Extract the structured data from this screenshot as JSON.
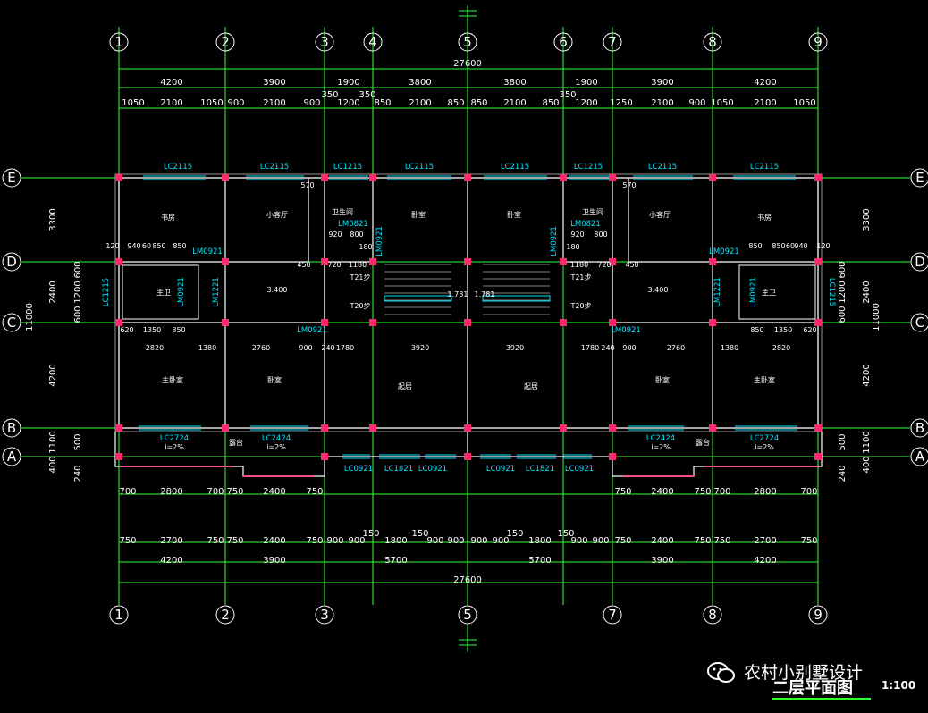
{
  "drawing": {
    "title": "二层平面图",
    "scale": "1:100"
  },
  "watermark": {
    "text": "农村小别墅设计",
    "icon": "wechat-icon"
  },
  "colors": {
    "background": "#000000",
    "wall": "#ffffff",
    "dim": "#33ff33",
    "axis": "#ffffff",
    "window": "#00e5ff",
    "column": "#ff2a6d"
  },
  "axes": {
    "vertical": [
      "1",
      "2",
      "3",
      "4",
      "5",
      "6",
      "7",
      "8",
      "9"
    ],
    "horizontal": [
      "E",
      "D",
      "C",
      "B",
      "A"
    ]
  },
  "dims_top": {
    "overall": "27600",
    "row1": [
      "4200",
      "3900",
      "1900",
      "3800",
      "3800",
      "1900",
      "3900",
      "4200"
    ],
    "row2": [
      "1050",
      "2100",
      "1050",
      "900",
      "2100",
      "900",
      "1200",
      "850",
      "2100",
      "850",
      "850",
      "2100",
      "850",
      "1200",
      "1250",
      "2100",
      "900",
      "1050",
      "2100",
      "1050"
    ],
    "notes": [
      "350",
      "350",
      "350"
    ]
  },
  "dims_bottom": {
    "row_a": [
      "700",
      "2800",
      "700",
      "750",
      "2400",
      "750",
      "750",
      "2400",
      "750",
      "700",
      "2800",
      "700"
    ],
    "notes": [
      "150",
      "150",
      "150",
      "150"
    ],
    "row_b": [
      "750",
      "2700",
      "750",
      "750",
      "2400",
      "750",
      "900",
      "900",
      "1800",
      "900",
      "900",
      "900",
      "900",
      "1800",
      "900",
      "900",
      "750",
      "2400",
      "750",
      "750",
      "2700",
      "750"
    ],
    "row_c": [
      "4200",
      "3900",
      "5700",
      "5700",
      "3900",
      "4200"
    ],
    "overall": "27600"
  },
  "dims_side": {
    "total": "11000",
    "bays": [
      "3300",
      "2400",
      "4200",
      "1100",
      "400"
    ],
    "sub": [
      "600",
      "1200",
      "600",
      "500",
      "240"
    ]
  },
  "windows": {
    "top": [
      "LC2115",
      "LC2115",
      "LC1215",
      "LC2115",
      "LC2115",
      "LC1215",
      "LC2115",
      "LC2115"
    ],
    "bottom": [
      "LC2724",
      "LC2424",
      "LC0921",
      "LC1821",
      "LC0921",
      "LC0921",
      "LC1821",
      "LC0921",
      "LC2424",
      "LC2724"
    ],
    "slope": [
      "i=2%",
      "i=2%",
      "i=2%",
      "i=2%"
    ],
    "side": [
      "LC1215",
      "LC1215"
    ],
    "doors": [
      "LM0921",
      "LM0821",
      "LM0921",
      "LM1221",
      "LM0921",
      "LM0921",
      "LM0921",
      "LM0821",
      "LM0921",
      "LM1221",
      "LM0921",
      "LM0921"
    ]
  },
  "rooms": {
    "upper": [
      "书房",
      "小客厅",
      "卫生间",
      "卧室",
      "卧室",
      "卫生间",
      "小客厅",
      "书房"
    ],
    "middle": [
      "主卫",
      "主卫"
    ],
    "lower": [
      "主卧室",
      "卧室",
      "起居",
      "起居",
      "卧室",
      "主卧室"
    ],
    "balcony": [
      "露台",
      "露台"
    ],
    "stairs": [
      "T21步",
      "T20步",
      "T21步",
      "T20步"
    ],
    "level": [
      "3.400",
      "3.400"
    ],
    "misc": [
      "1.781",
      "1.781"
    ]
  },
  "local_dims": {
    "upper_left": [
      "120",
      "940",
      "60",
      "850",
      "850"
    ],
    "upper_right": [
      "850",
      "850",
      "60",
      "940",
      "120"
    ],
    "mid_left": [
      "620",
      "1350",
      "850"
    ],
    "mid_right": [
      "850",
      "1350",
      "620"
    ],
    "row_b_left": [
      "2820",
      "1380",
      "2760",
      "900",
      "240",
      "1780"
    ],
    "row_b_mid": [
      "3920",
      "3920"
    ],
    "row_b_right": [
      "1780",
      "240",
      "900",
      "2760",
      "1380",
      "2820"
    ],
    "core": [
      "920",
      "800",
      "720",
      "1180",
      "1180",
      "720",
      "920",
      "800",
      "180",
      "180",
      "450",
      "450",
      "570",
      "570"
    ]
  }
}
